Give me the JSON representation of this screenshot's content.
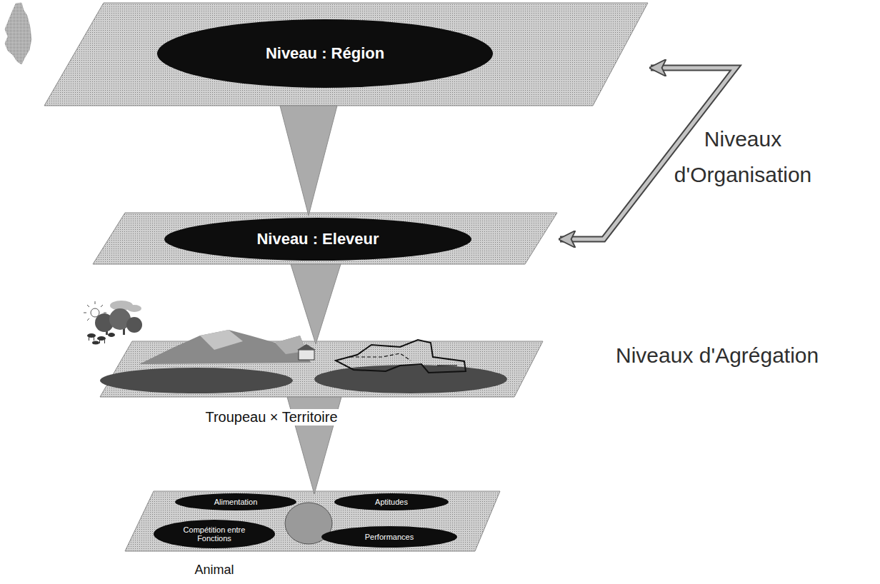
{
  "diagram": {
    "nodes": [
      {
        "text": [
          "Niveau : Région"
        ]
      },
      {
        "text": [
          "Niveau : Eleveur"
        ]
      },
      {
        "text": [
          "Troupeau × Territoire"
        ]
      },
      {
        "text": [
          "Animal"
        ]
      },
      {
        "text": [
          "Alimentation"
        ],
        "in": 3
      },
      {
        "text": [
          "Aptitudes"
        ],
        "in": 3
      },
      {
        "text": [
          "Compétition entre Fonctions"
        ],
        "in": 3
      },
      {
        "text": [
          "Performances"
        ],
        "in": 3
      }
    ],
    "edges": [
      {
        "from": 0,
        "to": 1,
        "arrow": "none"
      },
      {
        "from": 1,
        "to": 2,
        "arrow": "none"
      },
      {
        "from": 2,
        "to": 3,
        "arrow": "none"
      },
      {
        "from": 0,
        "to": 1,
        "arrow": "both"
      }
    ],
    "labels": [
      "Niveaux d'Organisation",
      "Niveaux d'Agrégation"
    ]
  }
}
